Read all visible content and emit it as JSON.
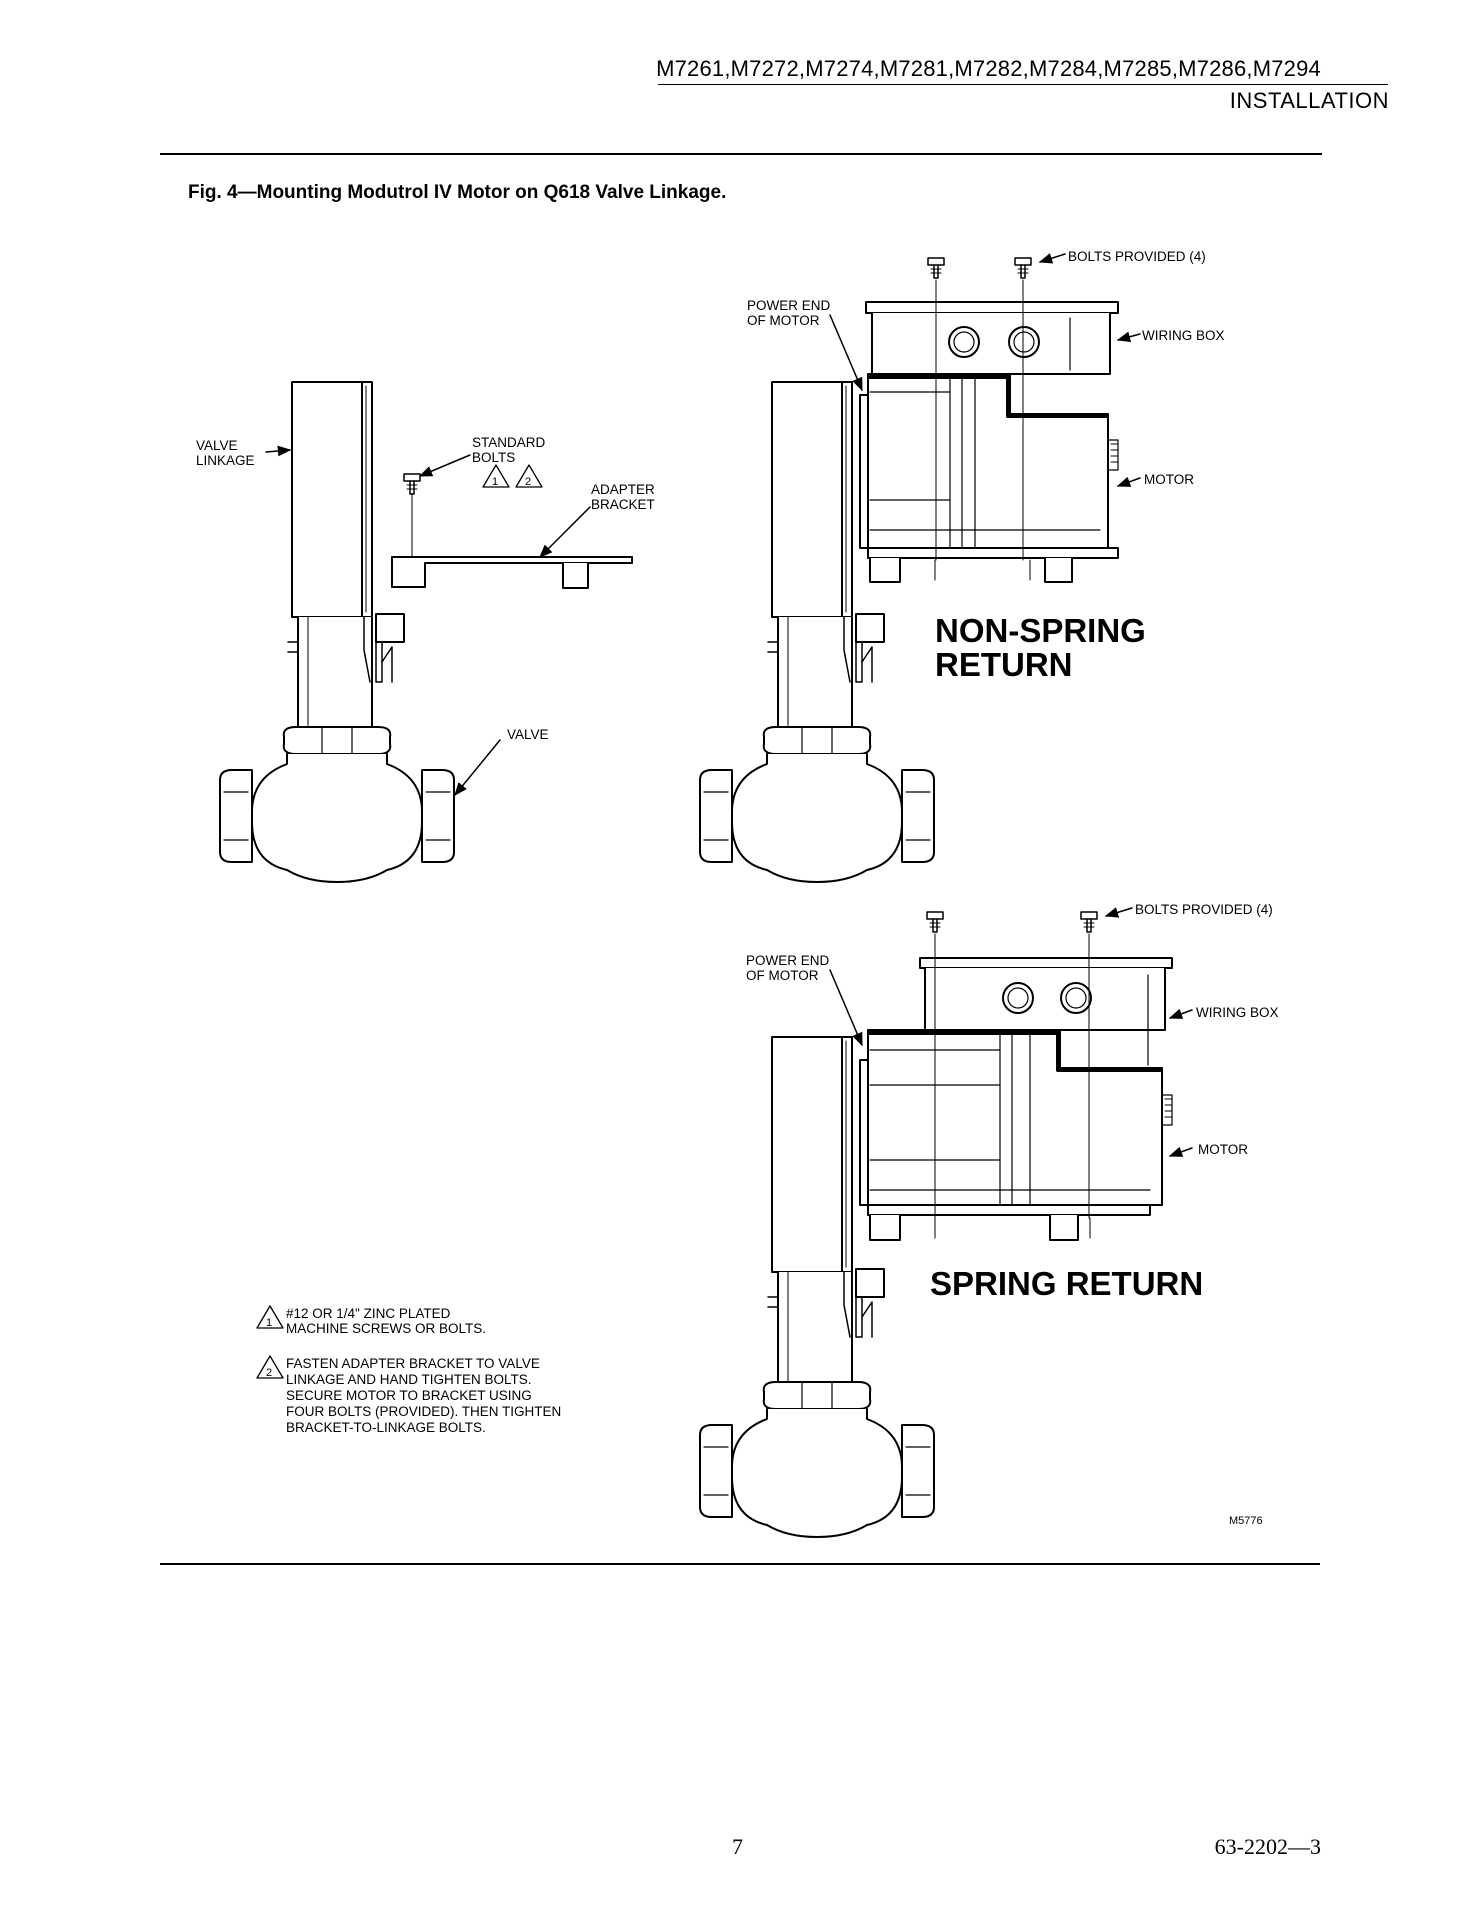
{
  "header": {
    "models": "M7261,M7272,M7274,M7281,M7282,M7284,M7285,M7286,M7294",
    "section": "INSTALLATION"
  },
  "figure": {
    "caption": "Fig. 4—Mounting Modutrol IV Motor on Q618 Valve Linkage.",
    "left": {
      "valve_linkage": [
        "VALVE",
        "LINKAGE"
      ],
      "standard_bolts": [
        "STANDARD",
        "BOLTS"
      ],
      "adapter_bracket": [
        "ADAPTER",
        "BRACKET"
      ],
      "valve": "VALVE"
    },
    "non_spring": {
      "bolts_provided": "BOLTS PROVIDED (4)",
      "power_end": [
        "POWER END",
        "OF MOTOR"
      ],
      "wiring_box": "WIRING BOX",
      "motor": "MOTOR",
      "title": [
        "NON-SPRING",
        "RETURN"
      ]
    },
    "spring": {
      "bolts_provided": "BOLTS PROVIDED (4)",
      "power_end": [
        "POWER END",
        "OF MOTOR"
      ],
      "wiring_box": "WIRING BOX",
      "motor": "MOTOR",
      "title": "SPRING RETURN"
    },
    "notes": [
      {
        "num": "1",
        "lines": [
          "#12 OR 1/4\" ZINC PLATED",
          "MACHINE SCREWS OR BOLTS."
        ]
      },
      {
        "num": "2",
        "lines": [
          "FASTEN ADAPTER BRACKET TO VALVE",
          "LINKAGE AND HAND TIGHTEN BOLTS.",
          "SECURE MOTOR TO BRACKET USING",
          "FOUR BOLTS (PROVIDED). THEN TIGHTEN",
          "BRACKET-TO-LINKAGE BOLTS."
        ]
      }
    ],
    "code": "M5776"
  },
  "footer": {
    "page": "7",
    "doc": "63-2202—3"
  }
}
